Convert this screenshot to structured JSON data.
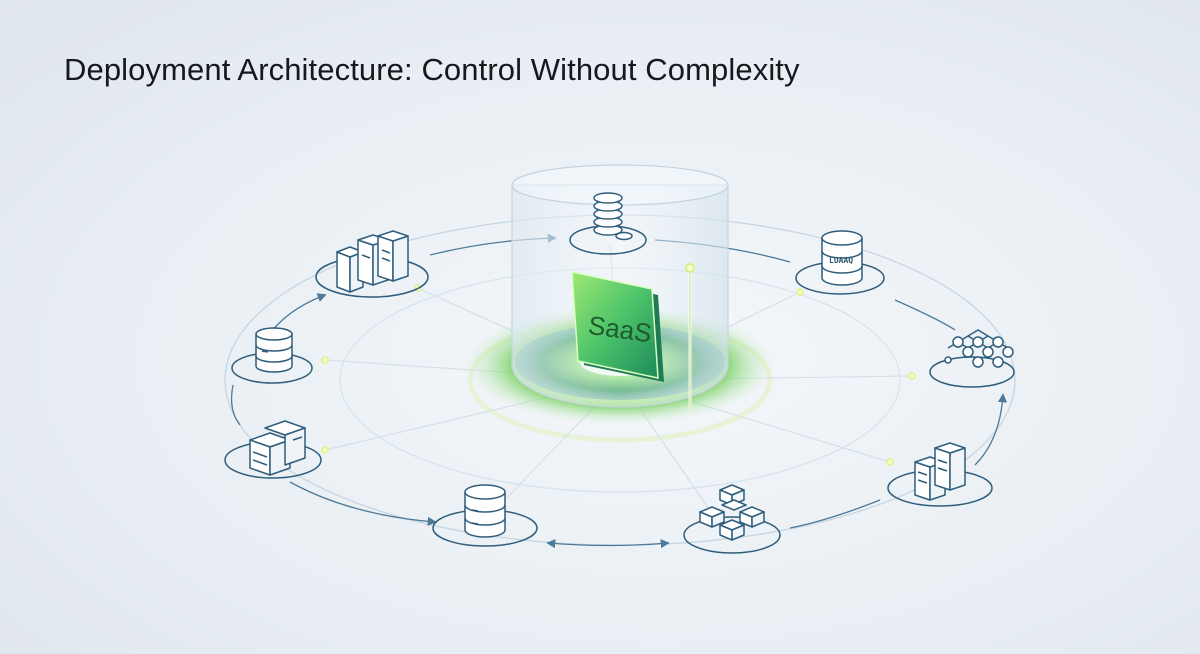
{
  "title": "Deployment Architecture: Control Without Complexity",
  "center": {
    "label": "SaaS"
  },
  "nodes": [
    {
      "id": "top-database-stack",
      "icon": "database-stack-icon"
    },
    {
      "id": "load-database",
      "icon": "database-icon",
      "label": "LOAAQ"
    },
    {
      "id": "node-network",
      "icon": "network-nodes-icon"
    },
    {
      "id": "right-server-rack",
      "icon": "server-rack-icon"
    },
    {
      "id": "bottom-cube-cluster",
      "icon": "cube-cluster-icon"
    },
    {
      "id": "bottom-database",
      "icon": "database-icon"
    },
    {
      "id": "left-server-boxes",
      "icon": "server-boxes-icon"
    },
    {
      "id": "left-database",
      "icon": "database-icon"
    },
    {
      "id": "top-left-server-racks",
      "icon": "server-rack-icon"
    }
  ],
  "colors": {
    "accent_green": "#3cb64a",
    "line_blue": "#4d7a99",
    "glow_yellow": "#e8ff8a",
    "icon_stroke": "#2f5d7c"
  }
}
